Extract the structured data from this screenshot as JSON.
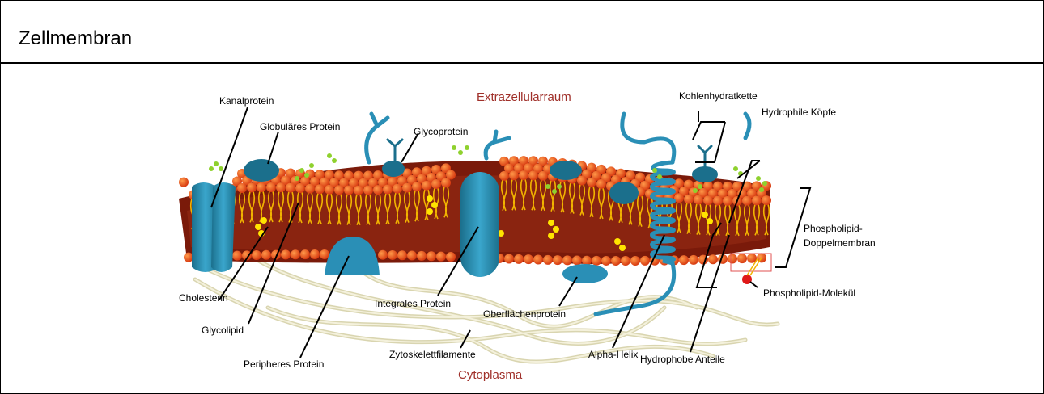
{
  "header": {
    "title": "Zellmembran"
  },
  "diagram": {
    "regions": {
      "outside": "Extrazellularraum",
      "inside": "Cytoplasma"
    },
    "labels": {
      "kanalprotein": "Kanalprotein",
      "globulaeres_protein": "Globuläres Protein",
      "glycoprotein": "Glycoprotein",
      "kohlenhydratkette": "Kohlenhydratkette",
      "hydrophile_koepfe": "Hydrophile Köpfe",
      "doppelmembran": "Phospholipid-\nDoppelmembran",
      "phospholipid_molekuel": "Phospholipid-Molekül",
      "cholesterin": "Cholesterin",
      "glycolipid": "Glycolipid",
      "peripheres_protein": "Peripheres Protein",
      "integrales_protein": "Integrales Protein",
      "zytoskelett": "Zytoskelettfilamente",
      "oberflaechenprotein": "Oberflächenprotein",
      "alpha_helix": "Alpha-Helix",
      "hydrophobe_anteile": "Hydrophobe Anteile"
    },
    "colors": {
      "head": "#e04a1a",
      "head_light": "#f07a30",
      "tail": "#f2b400",
      "membrane_dark": "#7a1a0a",
      "protein": "#2a8fb6",
      "protein_dark": "#1b6f8c",
      "cholesterol": "#ffe400",
      "glyco": "#8fd12e",
      "filament": "#e8e4c4",
      "region_text": "#a0302a"
    }
  }
}
